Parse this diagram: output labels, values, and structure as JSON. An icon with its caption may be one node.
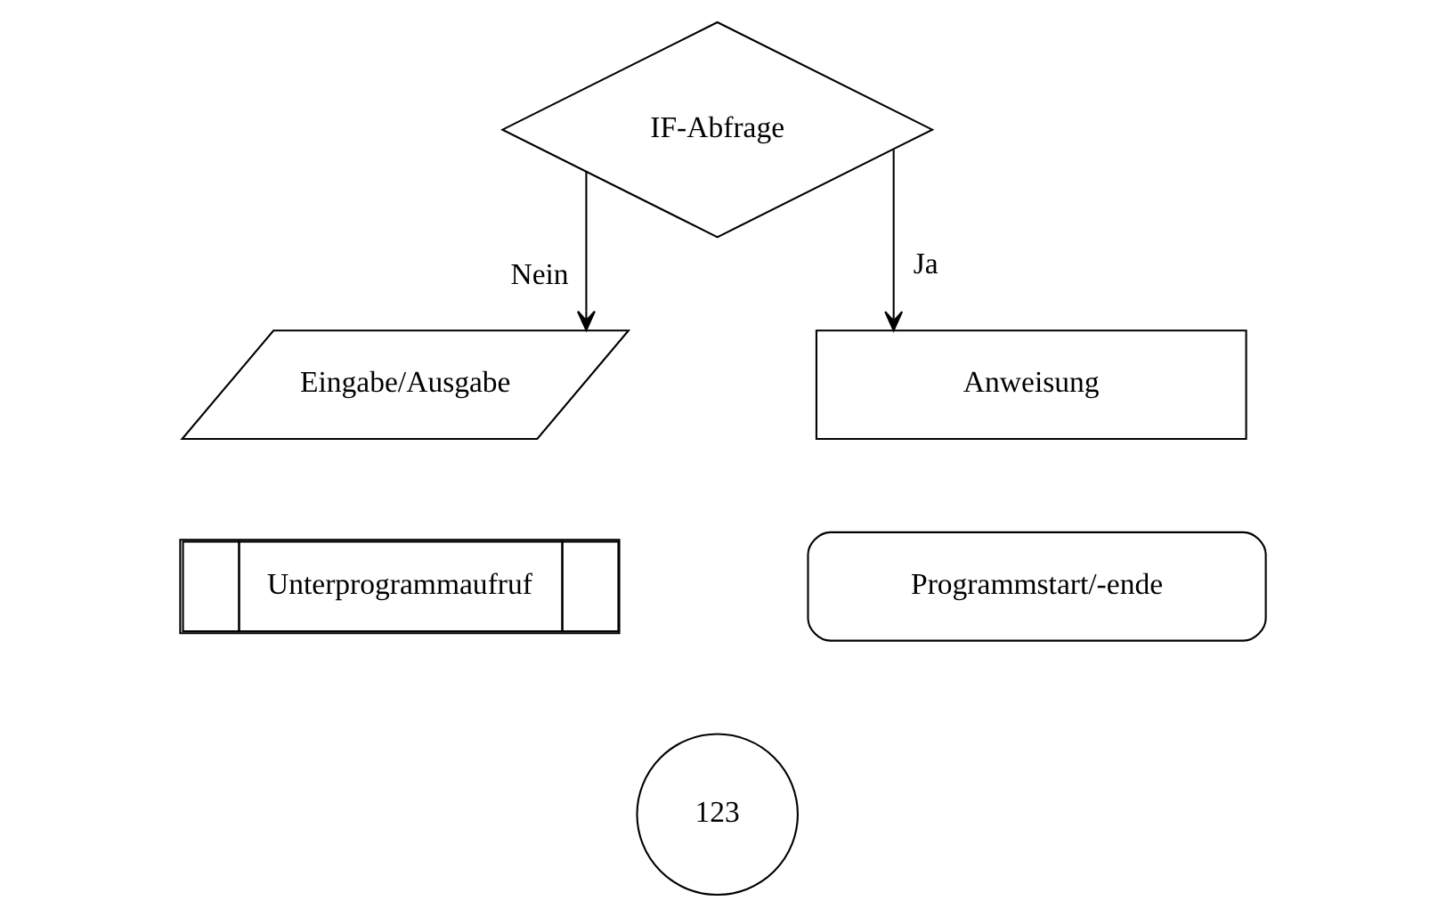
{
  "diagram": {
    "nodes": [
      {
        "text": [
          "IF-Abfrage"
        ]
      },
      {
        "text": [
          "Eingabe/Ausgabe"
        ]
      },
      {
        "text": [
          "Anweisung"
        ]
      },
      {
        "text": [
          "Unterprogrammaufruf"
        ]
      },
      {
        "text": [
          "Programmstart/-ende"
        ]
      },
      {
        "text": [
          "123"
        ]
      }
    ],
    "edges": [
      {
        "from": 0,
        "to": 1,
        "arrow": "to",
        "label": "Nein"
      },
      {
        "from": 0,
        "to": 2,
        "arrow": "to",
        "label": "Ja"
      }
    ]
  }
}
